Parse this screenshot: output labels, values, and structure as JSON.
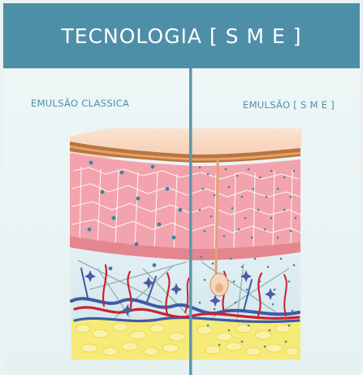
{
  "header": {
    "title": "TECNOLOGIA [ S M E ]"
  },
  "labels": {
    "left": "EMULSÃO CLASSICA",
    "right": "EMULSÃO [ S M E ]"
  },
  "colors": {
    "header_bg": "#4e8fa8",
    "divider": "#5d97b0",
    "epidermis": "#f4a8b0",
    "dermis": "#d9ebf0",
    "fat": "#f4e35a",
    "vein": "#3d5ba8",
    "artery": "#c8242e",
    "particle": "#2f8aa6"
  }
}
